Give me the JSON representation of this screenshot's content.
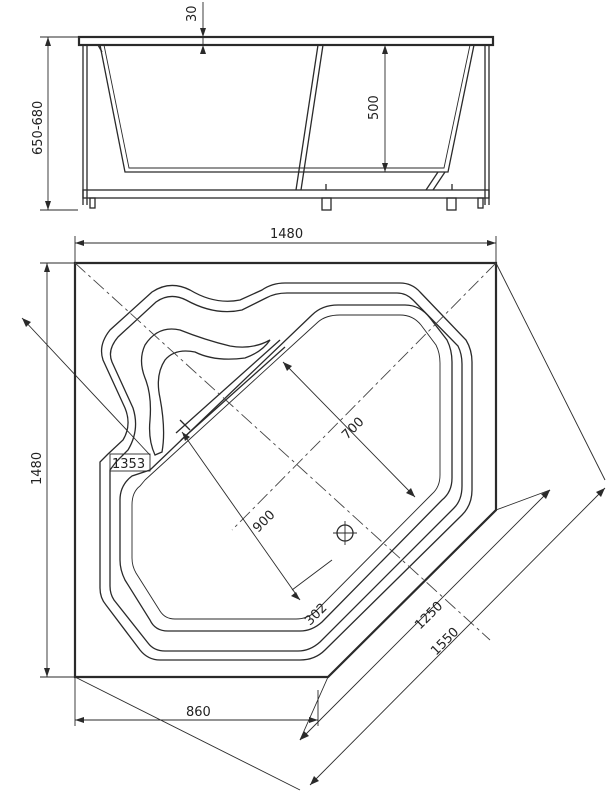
{
  "drawing": {
    "side_view": {
      "dim_rim_thickness": "30",
      "dim_depth": "500",
      "dim_total_height": "650-680"
    },
    "top_view": {
      "dim_width": "1480",
      "dim_height": "1480",
      "dim_inner_width": "700",
      "dim_inner_length": "900",
      "dim_seat": "1353",
      "dim_drain": "302",
      "dim_diag_inner": "1250",
      "dim_diag_outer": "1550",
      "dim_side": "860"
    }
  }
}
